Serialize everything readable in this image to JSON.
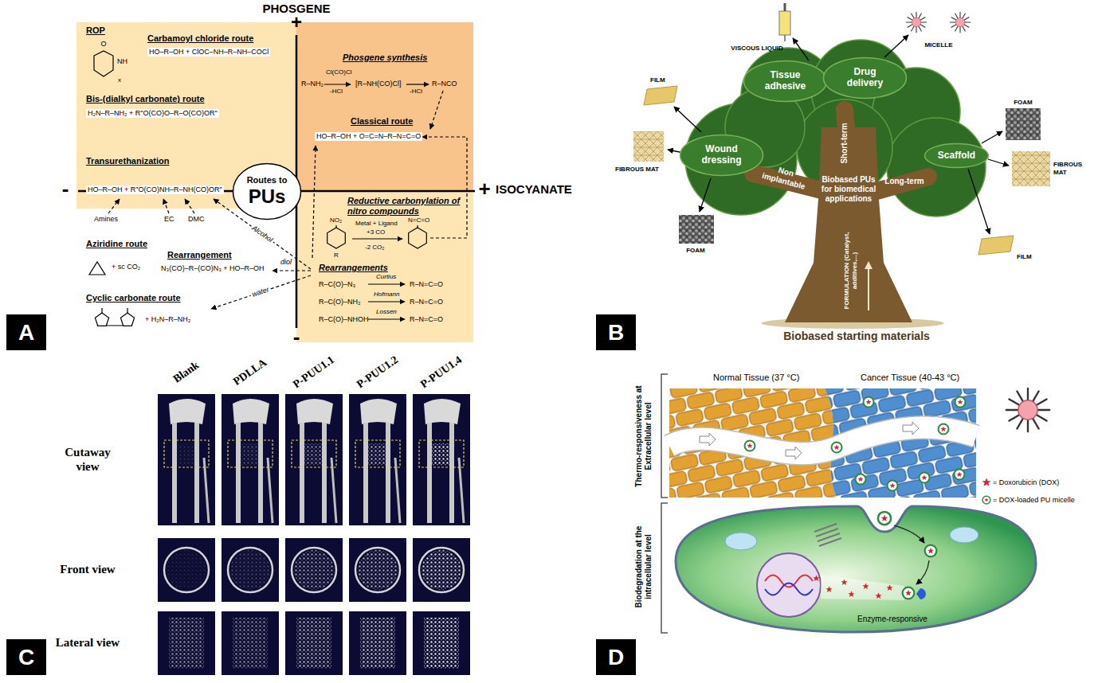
{
  "diagram": {
    "nodes": [
      {
        "text": [
          "A"
        ]
      },
      {
        "text": [
          "Routes to",
          "PUs"
        ]
      },
      {
        "text": [
          "B"
        ]
      },
      {
        "text": [
          "Tissue adhesive"
        ]
      },
      {
        "text": [
          "Drug delivery"
        ]
      },
      {
        "text": [
          "Wound dressing"
        ]
      },
      {
        "text": [
          "Scaffold"
        ]
      },
      {
        "text": [
          "Biobased PUs for biomedical applications"
        ]
      },
      {
        "text": [
          "C"
        ]
      },
      {
        "text": [
          "D"
        ]
      }
    ],
    "labels": [
      "PHOSGENE",
      "+",
      "-",
      "+",
      "ISOCYANATE",
      "-",
      "ROP",
      "O",
      "NH",
      "x",
      "Carbamoyl chloride route",
      "HO–R–OH + ClOC–NH–R–NH–COCl",
      "Bis-(dialkyl carbonate) route",
      "H₂N–R–NH₂ + R″O(CO)O–R–O(CO)OR″",
      "Transurethanization",
      "HO–R–OH + R″O(CO)NH–R–NH(CO)OR″",
      "Amines",
      "EC",
      "DMC",
      "Alcohol",
      "diol",
      "water",
      "Aziridine route",
      "+ sc CO₂",
      "Rearrangement",
      "N₃(CO)–R–(CO)N₃ + HO–R–OH",
      "Cyclic carbonate route",
      "+ H₂N–R–NH₂",
      "Phosgene synthesis",
      "R–NH₂",
      "Cl(CO)Cl",
      "-HCl",
      "[R–NH(CO)Cl]",
      "-HCl",
      "R–NCO",
      "Classical route",
      "HO–R–OH + O=C=N–R–N=C=O",
      "Reductive carbonylation of nitro compounds",
      "NO₂",
      "R",
      "Metal + Ligand",
      "+3 CO",
      "-2 CO₂",
      "N=C=O",
      "Rearrangements",
      "R–C(O)–N₃",
      "Curtius",
      "R–N=C=O",
      "R–C(O)–NH₂",
      "Hofmann",
      "R–N=C=O",
      "R–C(O)–NHOH",
      "Lossen",
      "R–N=C=O",
      "VISCOUS LIQUID",
      "MICELLE",
      "FILM",
      "FIBROUS MAT",
      "FOAM",
      "FOAM",
      "FIBROUS MAT",
      "FILM",
      "Short-term",
      "Non implantable",
      "Long-term",
      "FORMULATION (Catalyst, additives,...)",
      "Biobased starting materials",
      "Blank",
      "PDLLA",
      "P-PUU1.1",
      "P-PUU1.2",
      "P-PUU1.4",
      "Cutaway view",
      "Front view",
      "Lateral view",
      "Normal Tissue (37 °C)",
      "Cancer Tissue (40-43 °C)",
      "Thermo-responsiveness at Extracellular level",
      "Biodegradation at the intracellular level",
      "Enzyme-responsive"
    ],
    "legend": [
      {
        "text": "= Doxorubicin (DOX)"
      },
      {
        "text": "= DOX-loaded PU micelle"
      }
    ]
  }
}
